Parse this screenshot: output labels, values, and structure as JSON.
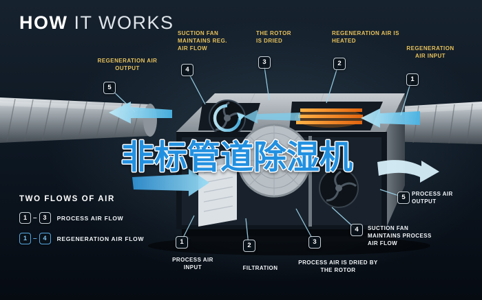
{
  "title": {
    "bold": "HOW",
    "light": "IT WORKS"
  },
  "overlay": {
    "text": "非标管道除湿机",
    "color": "#2090e0",
    "outline": "#ffffff"
  },
  "callouts": [
    {
      "key": "regeneration-air-output",
      "number": "5",
      "label": "REGENERATION AIR OUTPUT"
    },
    {
      "key": "suction-fan-reg",
      "number": "4",
      "label": "SUCTION FAN MAINTAINS REG. AIR FLOW"
    },
    {
      "key": "rotor-is-dried",
      "number": "3",
      "label": "THE ROTOR IS DRIED"
    },
    {
      "key": "regeneration-air-heated",
      "number": "2",
      "label": "REGENERATION AIR IS HEATED"
    },
    {
      "key": "regeneration-air-input",
      "number": "1",
      "label": "REGENERATION AIR INPUT"
    },
    {
      "key": "process-air-output",
      "number": "5",
      "label": "PROCESS AIR OUTPUT"
    },
    {
      "key": "suction-fan-process",
      "number": "4",
      "label": "SUCTION FAN MAINTAINS PROCESS AIR FLOW"
    },
    {
      "key": "process-air-dried",
      "number": "3",
      "label": "PROCESS AIR IS DRIED BY THE ROTOR"
    },
    {
      "key": "filtration",
      "number": "2",
      "label": "FILTRATION"
    },
    {
      "key": "process-air-input",
      "number": "1",
      "label": "PROCESS AIR INPUT"
    }
  ],
  "legend": {
    "title": "TWO FLOWS OF AIR",
    "rows": [
      {
        "start": "1",
        "dash": "–",
        "end": "3",
        "label": "PROCESS AIR FLOW"
      },
      {
        "start": "1",
        "dash": "–",
        "end": "4",
        "label": "REGENERATION AIR FLOW"
      }
    ]
  },
  "colors": {
    "background": "#0b141d",
    "accent_gold": "#e8c25c",
    "accent_cyan": "#8fd4ee",
    "label_white": "#f0f4f7",
    "overlay_blue": "#2090e0",
    "heater_orange": "#ff8c1a"
  }
}
